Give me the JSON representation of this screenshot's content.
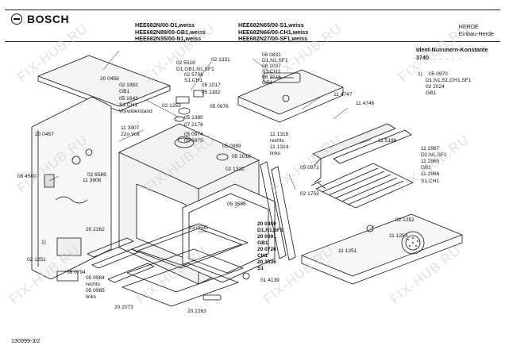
{
  "header": {
    "brand": "BOSCH",
    "models_left": [
      "HEE682N/00-D1,weiss",
      "HEE682N89/00-GB1,weiss",
      "HEE682N35/00-N1,weiss"
    ],
    "models_right": [
      "HEE682N65/00-S1,weiss",
      "HEE682N66/00-CH1,weiss",
      "HEE682N27/00-SF1,weiss"
    ],
    "category": [
      "HERDE",
      "Einbau-Herde"
    ]
  },
  "ident": {
    "title": "Ident-Nummern-Konstante",
    "code": "3740",
    "dots": ". . . . ."
  },
  "part_labels": [
    "20 0458",
    "02 1982",
    "GB1",
    "05 1643",
    "S1,CH1",
    "Vorwiderstand",
    "02 1253",
    "02 5518",
    "D1,GB1,N1,SF1",
    "02 5736",
    "S1,CH1",
    "05 1017",
    "05 1182",
    "02 1331",
    "08 0831",
    "D1,N1,SF1",
    "08 1037",
    "S1,CH1",
    "08 3516",
    "GB1",
    "05 0976",
    "05 1380",
    "07 2176",
    "05 0974",
    "05 0975",
    "05 0989",
    "05 1018",
    "11 3907",
    "22o Volt",
    "20 0457",
    "08 4500",
    "02 6589",
    "11 3908",
    "02 1332",
    "05 3556",
    "23 0595",
    "11 4747",
    "11 4746",
    "11 1315",
    "rechts",
    "11 1314",
    "links",
    "11 5198",
    "05 0971",
    "02 1753",
    "1)",
    "05 0970",
    "D1,N1,S1,CH1,SF1",
    "02 2024",
    "GB1",
    "11 2967",
    "D1,N1,SF1",
    "11 2965",
    "GB1",
    "11 2966",
    "S1,CH1",
    "02 1252",
    "11 1253",
    "11 1251",
    "20 2262",
    "1)",
    "02 1251",
    "08 0794",
    "05 0984",
    "rechts",
    "05 0985",
    "links",
    "20 0459",
    "D1,N1,SF1",
    "20 0891",
    "GB1",
    "20 0726",
    "CH1",
    "20 3536",
    "S1",
    "01 4139",
    "20 2073",
    "20 2263"
  ],
  "footer": {
    "drawing_number": "130999-3/2"
  },
  "watermark": "FIX-HUB.RU"
}
